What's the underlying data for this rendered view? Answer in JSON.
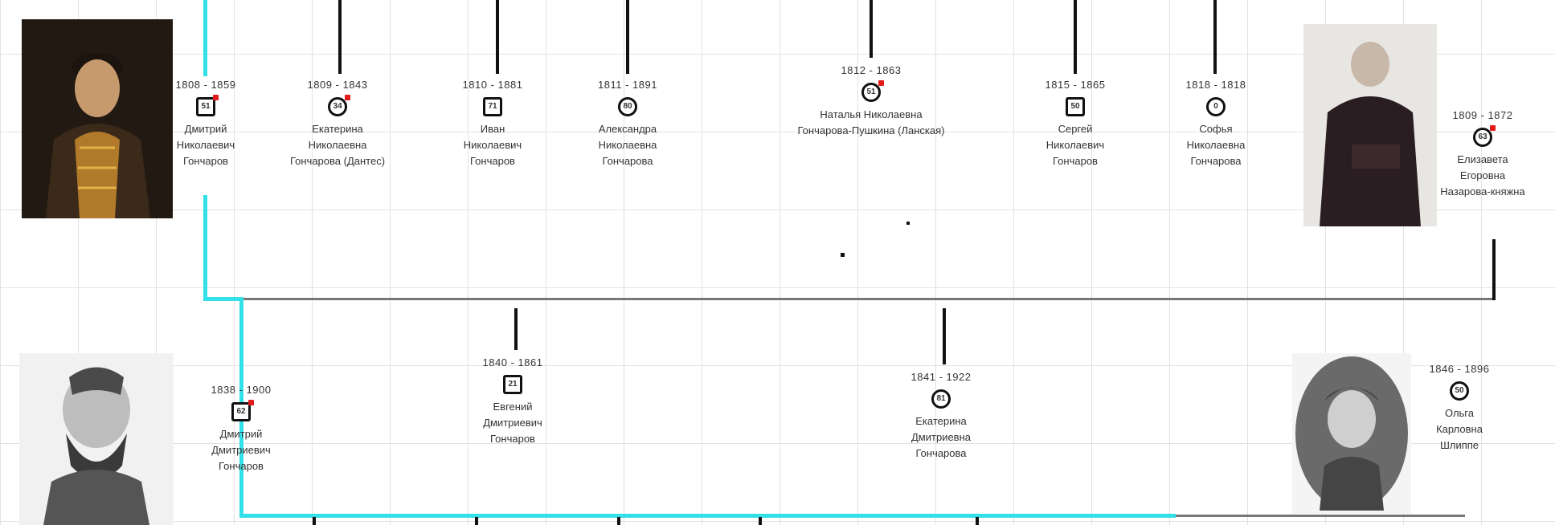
{
  "persons": [
    {
      "years": "1808 - 1859",
      "age": "51",
      "name": [
        "Дмитрий",
        "Николаевич",
        "Гончаров"
      ],
      "sex": "male",
      "dot": true
    },
    {
      "years": "1809 - 1843",
      "age": "34",
      "name": [
        "Екатерина",
        "Николаевна",
        "Гончарова (Дантес)"
      ],
      "sex": "female",
      "dot": true
    },
    {
      "years": "1810 - 1881",
      "age": "71",
      "name": [
        "Иван",
        "Николаевич",
        "Гончаров"
      ],
      "sex": "male",
      "dot": false
    },
    {
      "years": "1811 - 1891",
      "age": "80",
      "name": [
        "Александра",
        "Николаевна",
        "Гончарова"
      ],
      "sex": "female",
      "dot": false
    },
    {
      "years": "1812 - 1863",
      "age": "51",
      "name": [
        "Наталья Николаевна",
        "Гончарова-Пушкина (Ланская)"
      ],
      "sex": "female",
      "dot": true
    },
    {
      "years": "1815 - 1865",
      "age": "50",
      "name": [
        "Сергей",
        "Николаевич",
        "Гончаров"
      ],
      "sex": "male",
      "dot": false
    },
    {
      "years": "1818 - 1818",
      "age": "0",
      "name": [
        "Софья",
        "Николаевна",
        "Гончарова"
      ],
      "sex": "female",
      "dot": false
    },
    {
      "years": "1809 - 1872",
      "age": "63",
      "name": [
        "Елизавета",
        "Егоровна",
        "Назарова-княжна"
      ],
      "sex": "female",
      "dot": true
    },
    {
      "years": "1838 - 1900",
      "age": "62",
      "name": [
        "Дмитрий",
        "Дмитриевич",
        "Гончаров"
      ],
      "sex": "male",
      "dot": true
    },
    {
      "years": "1840 - 1861",
      "age": "21",
      "name": [
        "Евгений",
        "Дмитриевич",
        "Гончаров"
      ],
      "sex": "male",
      "dot": false
    },
    {
      "years": "1841 - 1922",
      "age": "81",
      "name": [
        "Екатерина",
        "Дмитриевна",
        "Гончарова"
      ],
      "sex": "female",
      "dot": false
    },
    {
      "years": "1846 - 1896",
      "age": "50",
      "name": [
        "Ольга",
        "Карловна",
        "Шлиппе"
      ],
      "sex": "female",
      "dot": false
    }
  ],
  "colors": {
    "highlight": "#33e0ea",
    "line": "#111111",
    "connector": "#777777",
    "marker": "#e21c1c"
  }
}
